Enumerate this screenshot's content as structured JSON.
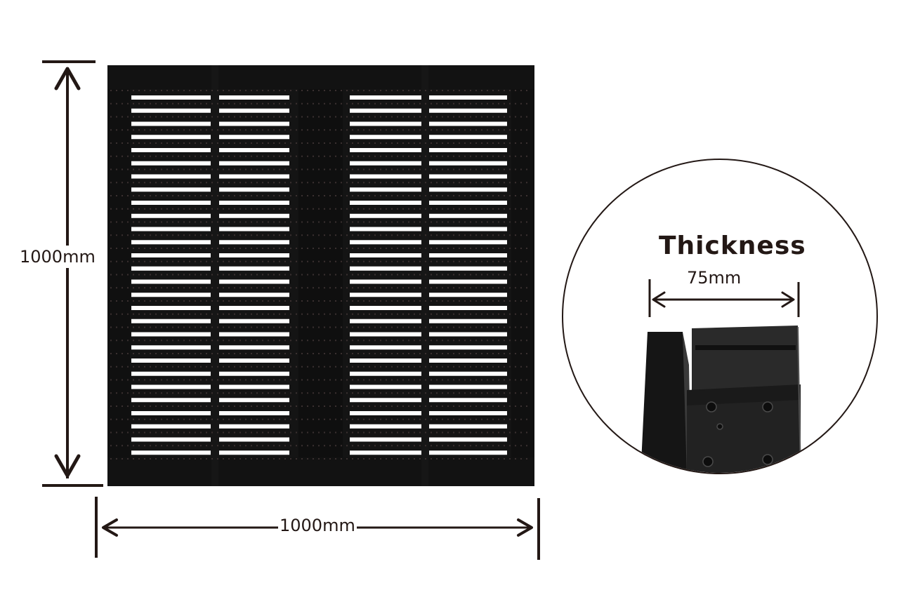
{
  "panel": {
    "height_label": "1000mm",
    "width_label": "1000mm"
  },
  "detail": {
    "title": "Thickness",
    "thickness_label": "75mm"
  },
  "colors": {
    "panel": "#141414",
    "panel_dark": "#0c0c0c",
    "gap": "#ffffff",
    "line": "#231815",
    "bracket": "#2a2a2a"
  }
}
